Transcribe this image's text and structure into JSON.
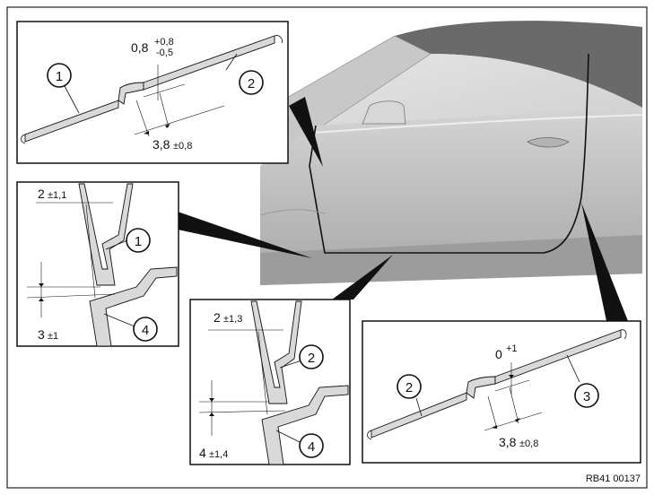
{
  "figure_id": "RB41 00137",
  "callouts": {
    "top_left": {
      "a": "1",
      "b": "2"
    },
    "left": {
      "a": "1",
      "b": "4"
    },
    "middle": {
      "a": "2",
      "b": "4"
    },
    "right": {
      "a": "2",
      "b": "3"
    }
  },
  "dimensions": {
    "top_left_gap_main": "0,8",
    "top_left_gap_plus": "+0,8",
    "top_left_gap_minus": "-0,5",
    "top_left_overlap_main": "3,8",
    "top_left_overlap_tol": "±0,8",
    "left_gap_main": "2",
    "left_gap_tol": "±1,1",
    "left_height_main": "3",
    "left_height_tol": "±1",
    "middle_gap_main": "2",
    "middle_gap_tol": "±1,3",
    "middle_height_main": "4",
    "middle_height_tol": "±1,4",
    "right_gap_main": "0",
    "right_gap_plus": "+1",
    "right_overlap_main": "3,8",
    "right_overlap_tol": "±0,8"
  }
}
